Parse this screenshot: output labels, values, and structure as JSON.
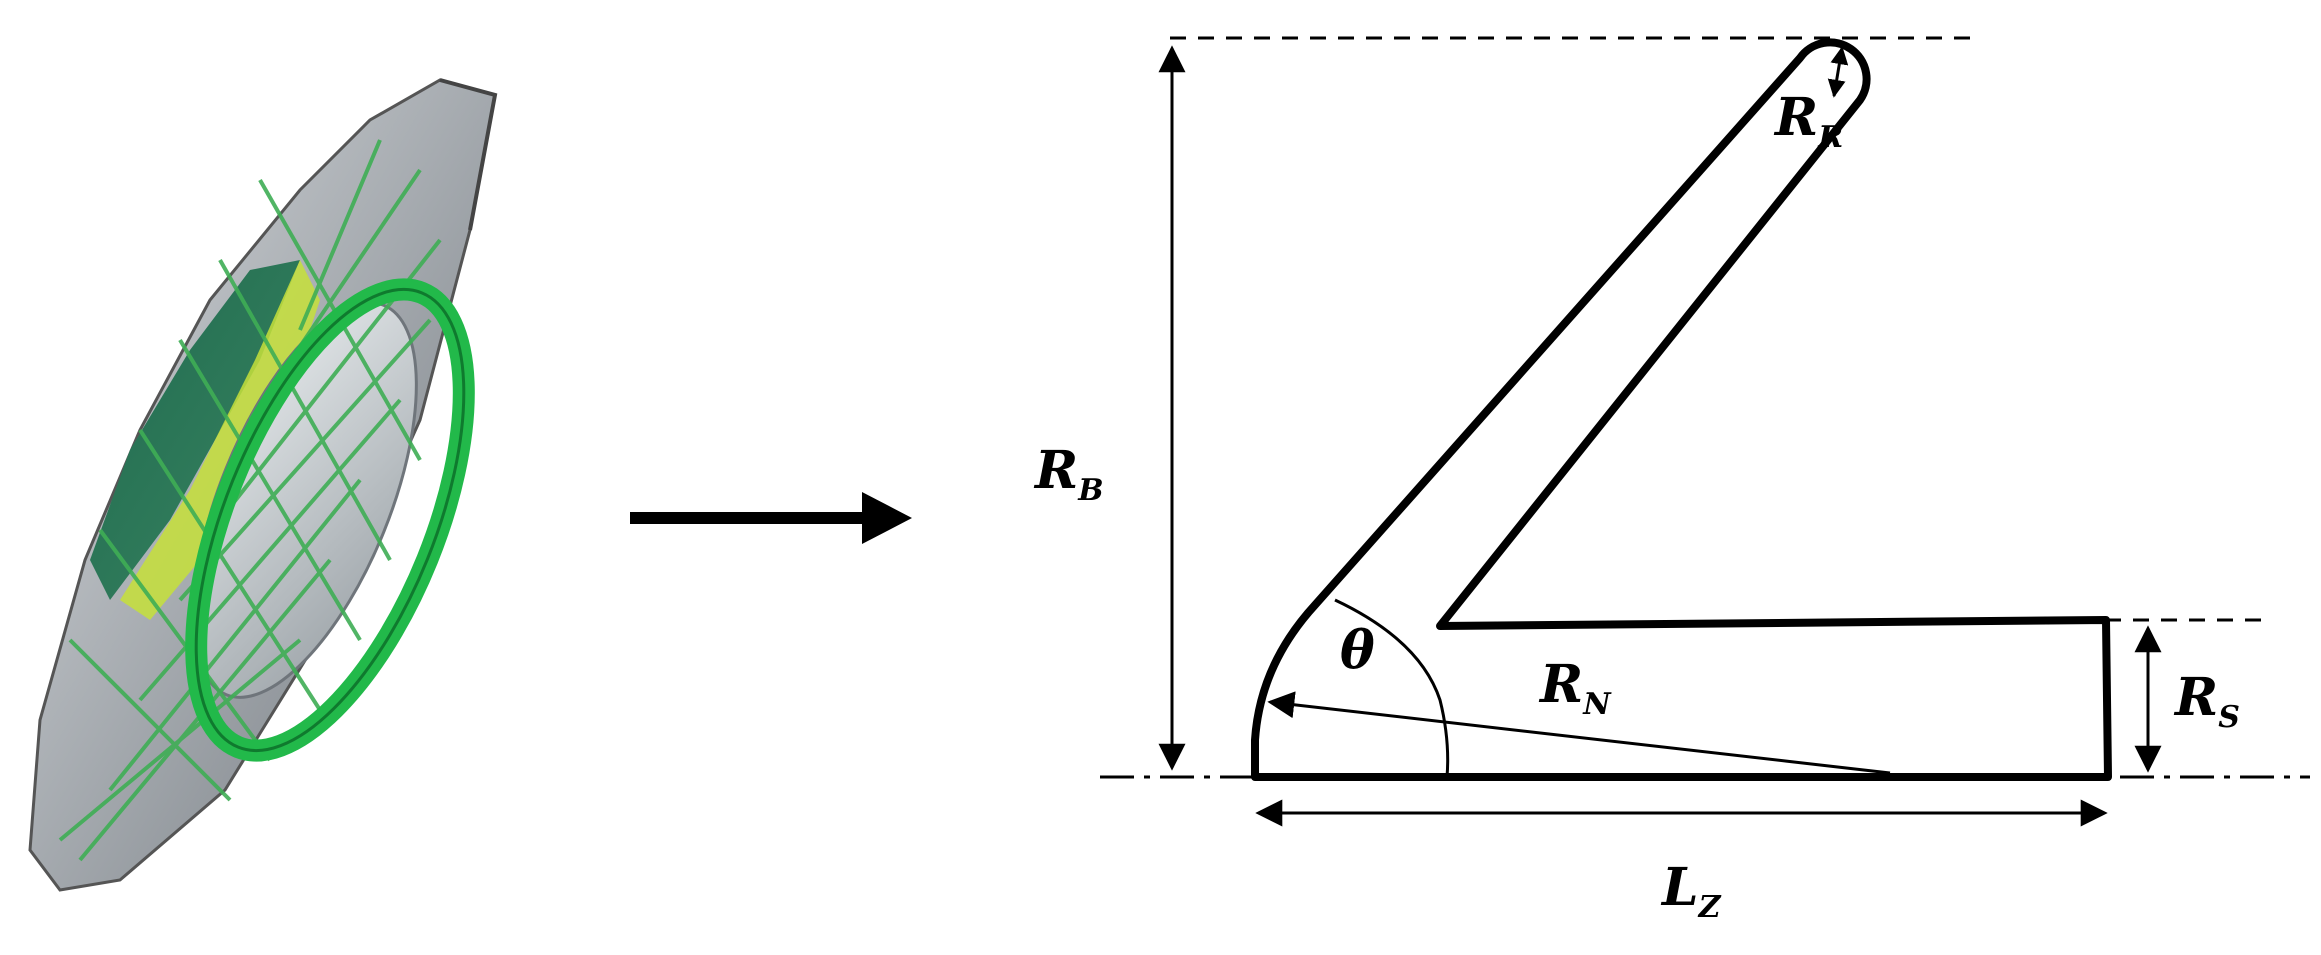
{
  "labels": {
    "rb": {
      "main": "R",
      "sub": "B"
    },
    "rr": {
      "main": "R",
      "sub": "R"
    },
    "rn": {
      "main": "R",
      "sub": "N"
    },
    "rs": {
      "main": "R",
      "sub": "S"
    },
    "lz": {
      "main": "L",
      "sub": "Z"
    },
    "theta": "θ"
  },
  "colors": {
    "ink": "#000000",
    "ring_green": "#22b94a",
    "disk_gray": "#9aa0a6",
    "shade_green": "#2f7a5a",
    "highlight_yellow": "#c6e03a"
  }
}
